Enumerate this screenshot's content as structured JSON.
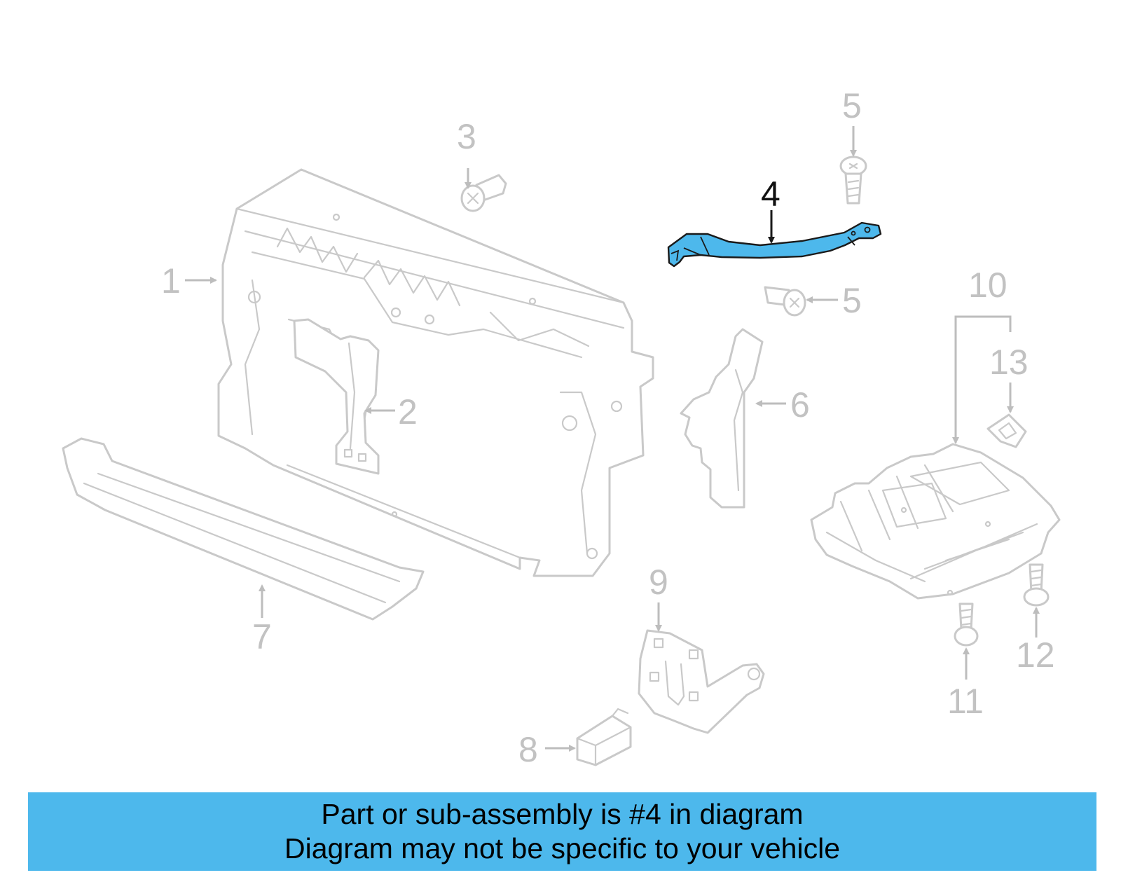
{
  "diagram": {
    "highlighted_part": "4",
    "callouts": [
      {
        "id": "c1",
        "label": "1"
      },
      {
        "id": "c2",
        "label": "2"
      },
      {
        "id": "c3",
        "label": "3"
      },
      {
        "id": "c4",
        "label": "4"
      },
      {
        "id": "c5a",
        "label": "5"
      },
      {
        "id": "c5b",
        "label": "5"
      },
      {
        "id": "c6",
        "label": "6"
      },
      {
        "id": "c7",
        "label": "7"
      },
      {
        "id": "c8",
        "label": "8"
      },
      {
        "id": "c9",
        "label": "9"
      },
      {
        "id": "c10",
        "label": "10"
      },
      {
        "id": "c11",
        "label": "11"
      },
      {
        "id": "c12",
        "label": "12"
      },
      {
        "id": "c13",
        "label": "13"
      }
    ],
    "colors": {
      "highlight": "#4db8ec",
      "part_outline": "#c9c9c9",
      "callout_text": "#c2c2c2",
      "active_callout": "#111111"
    }
  },
  "banner": {
    "line1": "Part or sub-assembly is #4 in diagram",
    "line2": "Diagram may not be specific to your vehicle"
  }
}
